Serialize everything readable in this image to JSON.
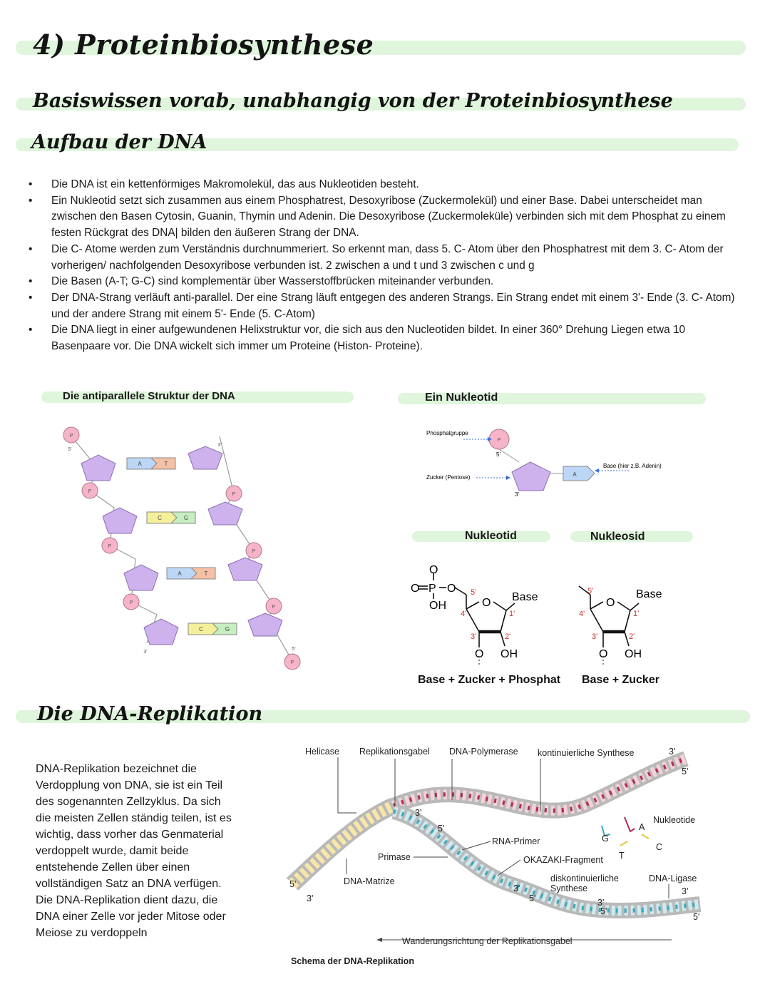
{
  "title": "4) Proteinbiosynthese",
  "subtitle": "Basiswissen vorab, unabhangig von der Proteinbiosynthese",
  "section_dna": {
    "heading": "Aufbau der DNA",
    "bullets": [
      "Die DNA ist ein kettenförmiges Makromolekül, das aus Nukleotiden besteht.",
      "Ein Nukleotid setzt sich zusammen aus einem Phosphatrest, Desoxyribose (Zuckermolekül) und einer Base. Dabei unterscheidet man zwischen den Basen Cytosin, Guanin, Thymin und Adenin. Die Desoxyribose (Zuckermoleküle) verbinden sich mit dem Phosphat zu einem festen Rückgrat des DNA| bilden den äußeren Strang der DNA.",
      "Die C- Atome werden zum Verständnis durchnummeriert. So erkennt man, dass 5. C- Atom über den Phosphatrest mit dem 3. C- Atom der vorherigen/ nachfolgenden Desoxyribose verbunden ist. 2 zwischen a und t und 3 zwischen c und g",
      "Die Basen (A-T; G-C) sind komplementär über Wasserstoffbrücken miteinander verbunden.",
      "Der DNA-Strang verläuft anti-parallel. Der eine Strang läuft entgegen des anderen Strangs. Ein Strang endet mit einem 3'- Ende (3. C- Atom) und der andere Strang mit einem 5'- Ende (5. C-Atom)",
      "Die DNA liegt in einer aufgewundenen Helixstruktur vor, die sich aus den Nucleotiden bildet. In einer 360° Drehung Liegen etwa 10 Basenpaare vor. Die DNA wickelt sich immer um Proteine (Histon- Proteine)."
    ]
  },
  "figure_antiparallel": {
    "caption": "Die antiparallele Struktur der DNA",
    "phosphate": "P",
    "end_5": "5'",
    "end_3": "3'",
    "pairs": [
      [
        "A",
        "T"
      ],
      [
        "C",
        "G"
      ],
      [
        "A",
        "T"
      ],
      [
        "C",
        "G"
      ]
    ]
  },
  "figure_nucleotide": {
    "caption": "Ein Nukleotid",
    "label_phosphate": "Phosphatgruppe",
    "label_sugar": "Zucker (Pentose)",
    "label_base": "Base (hier z.B. Adenin)",
    "phosphate": "P",
    "base_letter": "A",
    "end_5": "5'",
    "end_3": "3'"
  },
  "figure_structures": {
    "nukleotid_caption": "Nukleotid",
    "nukleosid_caption": "Nukleosid",
    "base_label": "Base",
    "oh_label": "OH",
    "o_label": "O",
    "p_label": "P",
    "positions": [
      "5'",
      "4'",
      "3'",
      "2'",
      "1'"
    ],
    "nukleotid_formula": "Base + Zucker + Phosphat",
    "nukleosid_formula": "Base + Zucker"
  },
  "section_replication": {
    "heading": "Die DNA-Replikation",
    "text": "DNA-Replikation bezeichnet die Verdopplung von DNA, sie ist ein Teil des sogenannten Zellzyklus. Da sich die meisten Zellen ständig teilen, ist es wichtig, dass vorher das Genmaterial verdoppelt wurde, damit beide entstehende Zellen über einen vollständigen Satz an DNA verfügen. Die DNA-Replikation dient dazu, die DNA einer Zelle vor jeder Mitose oder Meiose zu verdoppeln",
    "diagram": {
      "labels": {
        "helicase": "Helicase",
        "replikationsgabel": "Replikationsgabel",
        "polymerase": "DNA-Polymerase",
        "kontinuierlich": "kontinuierliche Synthese",
        "nukleotide": "Nukleotide",
        "rna_primer": "RNA-Primer",
        "primase": "Primase",
        "okazaki": "OKAZAKI-Fragment",
        "matrize": "DNA-Matrize",
        "diskontinuierlich_1": "diskontinuierliche",
        "diskontinuierlich_2": "Synthese",
        "ligase": "DNA-Ligase",
        "wanderung": "Wanderungsrichtung der Replikationsgabel",
        "end_3": "3'",
        "end_5": "5'",
        "nuc_a": "A",
        "nuc_g": "G",
        "nuc_t": "T",
        "nuc_c": "C"
      },
      "caption": "Schema der DNA-Replikation"
    }
  }
}
